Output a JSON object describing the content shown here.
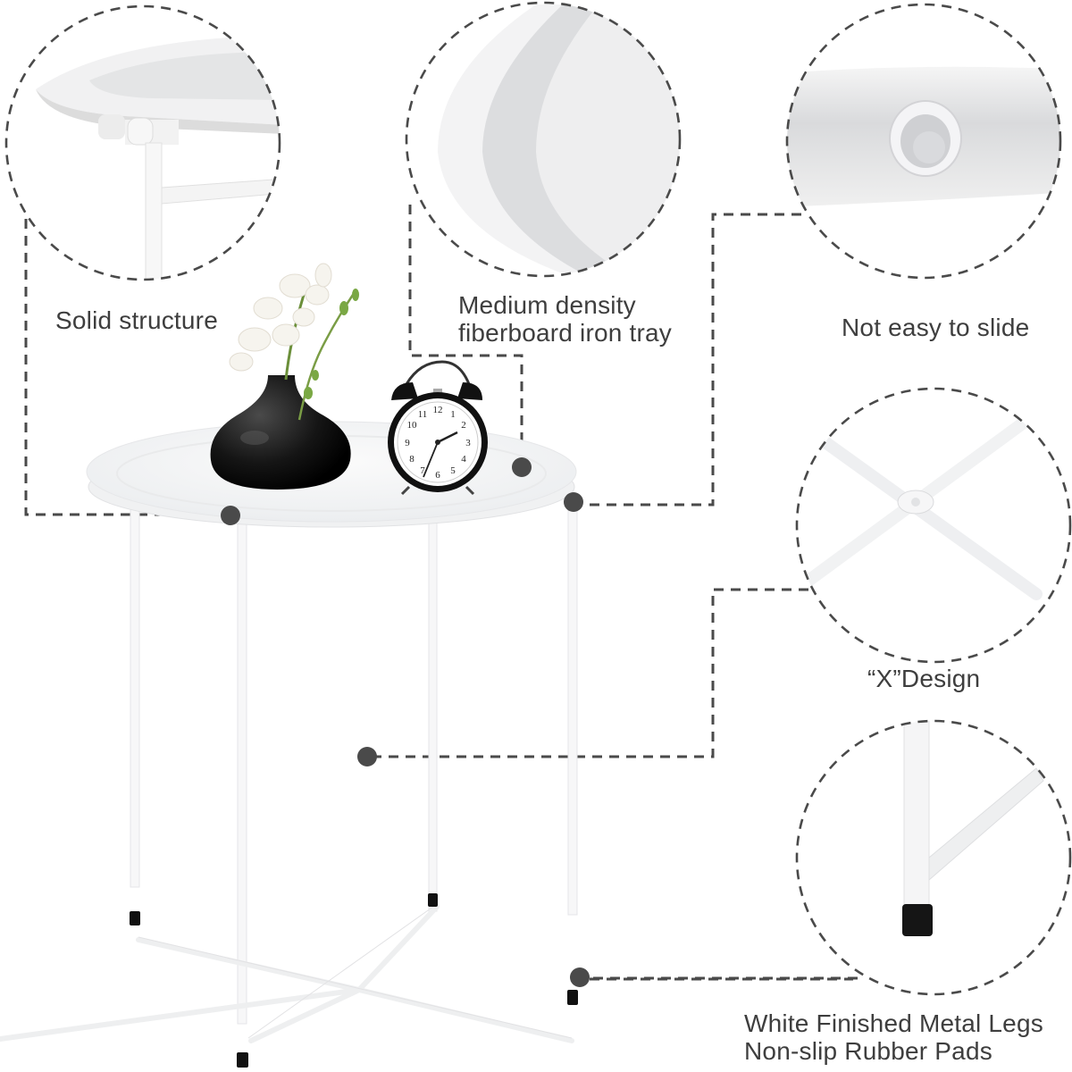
{
  "product": {
    "name": "White round tray side table with X-design folding metal legs",
    "accent_color": "#555555",
    "table_color": "#ffffff",
    "pad_color": "#111111"
  },
  "callouts": [
    {
      "id": "solid-structure",
      "label": "Solid structure",
      "detail": "tray-to-leg joint close-up"
    },
    {
      "id": "tray",
      "label_line1": "Medium density",
      "label_line2": "fiberboard iron tray",
      "detail": "tray rim close-up"
    },
    {
      "id": "not-easy-to-slide",
      "label": "Not easy to slide",
      "detail": "leg socket close-up"
    },
    {
      "id": "x-design",
      "label": "“X”Design",
      "detail": "cross brace hinge close-up"
    },
    {
      "id": "legs",
      "label_line1": "White Finished Metal Legs",
      "label_line2": "Non-slip Rubber Pads",
      "detail": "leg foot with rubber pad close-up"
    }
  ],
  "scene": {
    "items": [
      "black-vase-with-white-flowers",
      "alarm-clock"
    ],
    "clock_numerals": [
      "12",
      "1",
      "2",
      "3",
      "4",
      "5",
      "6",
      "7",
      "8",
      "9",
      "10",
      "11"
    ]
  }
}
